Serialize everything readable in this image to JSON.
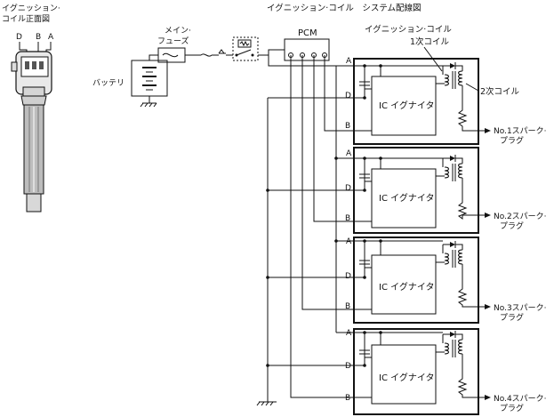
{
  "title": "イグニッション·コイル　システム配線図",
  "connector_view": {
    "title_line1": "イグニッション·",
    "title_line2": "コイル正面図",
    "pins": [
      "D",
      "B",
      "A"
    ]
  },
  "main_fuse": {
    "line1": "メイン·",
    "line2": "フューズ"
  },
  "battery": "バッテリ",
  "pcm": "PCM",
  "coil_label": "イグニッション·コイル",
  "primary_label": "1次コイル",
  "secondary_label": "2次コイル",
  "igniter_label": "IC イグナイタ",
  "terminals": {
    "a": "A",
    "d": "D",
    "b": "B"
  },
  "plug_line2": "プラグ",
  "units": [
    {
      "plug_line1": "No.1スパーク·"
    },
    {
      "plug_line1": "No.2スパーク·"
    },
    {
      "plug_line1": "No.3スパーク·"
    },
    {
      "plug_line1": "No.4スパーク·"
    }
  ]
}
